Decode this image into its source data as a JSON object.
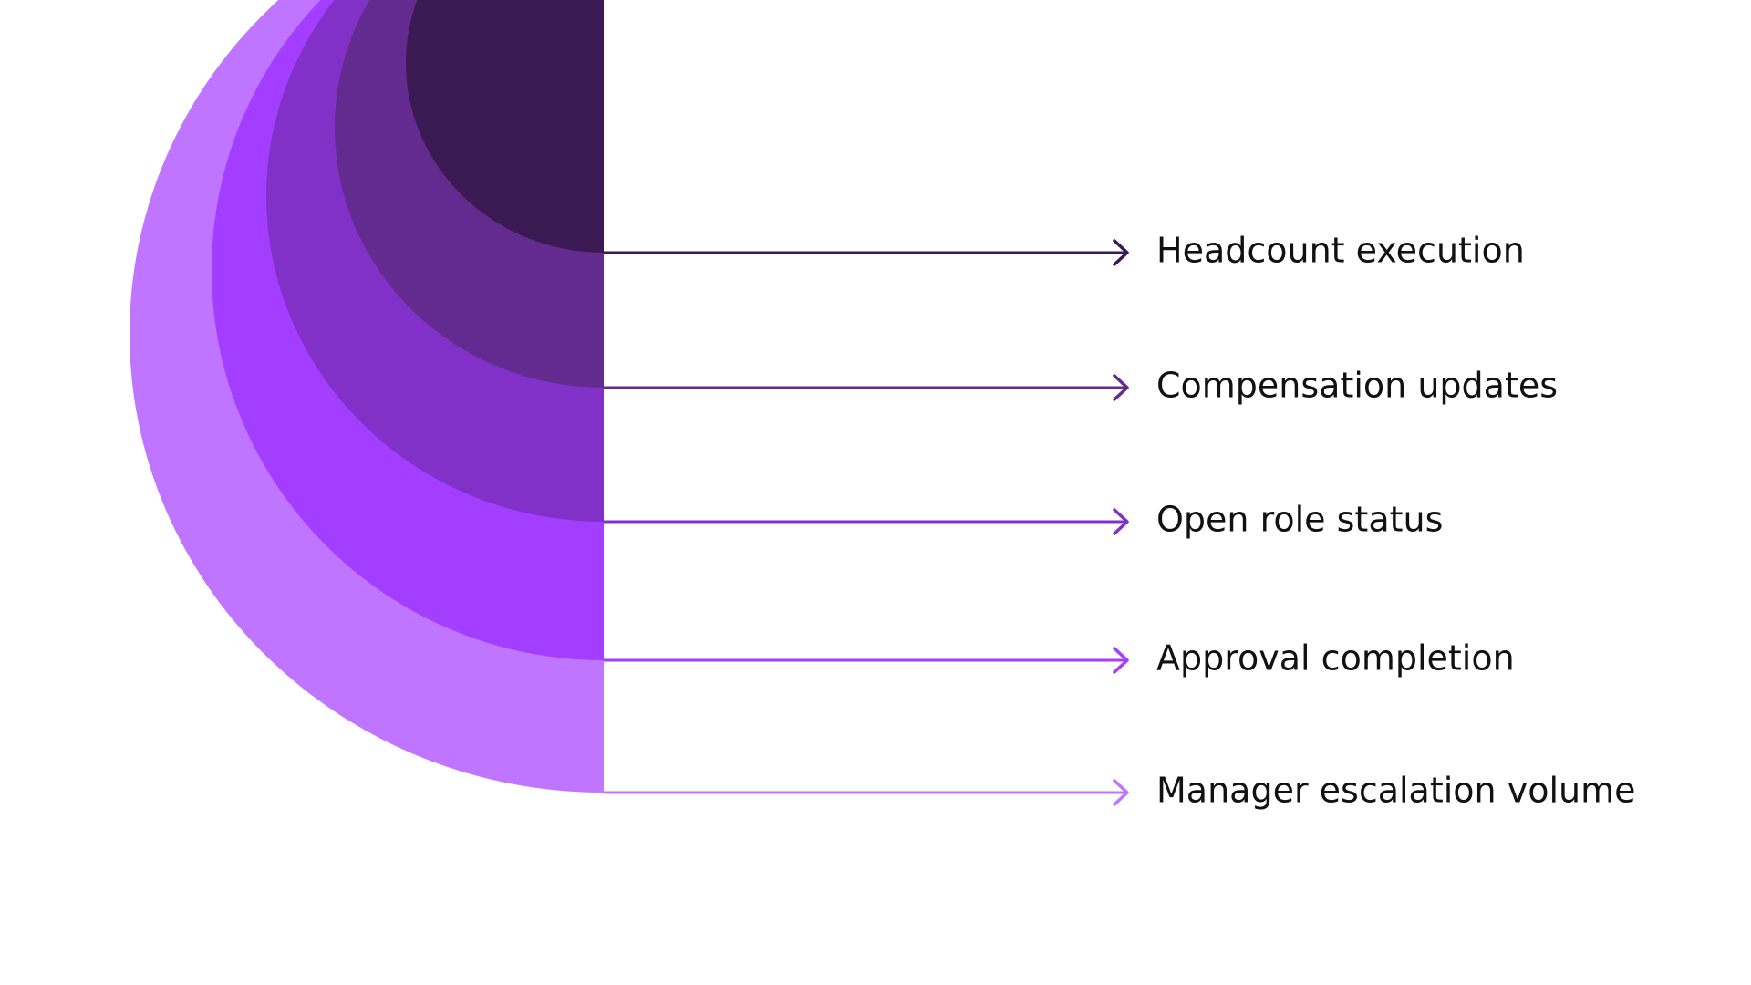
{
  "diagram": {
    "background": "#ffffff",
    "text_color": "#111111",
    "layers": [
      {
        "label": "Headcount execution",
        "color": "#3b1a54"
      },
      {
        "label": "Compensation updates",
        "color": "#632b90"
      },
      {
        "label": "Open role status",
        "color": "#8130c8"
      },
      {
        "label": "Approval completion",
        "color": "#a33dff"
      },
      {
        "label": "Manager escalation volume",
        "color": "#bf75ff"
      }
    ],
    "arrow_icon": "arrow-right-icon"
  }
}
